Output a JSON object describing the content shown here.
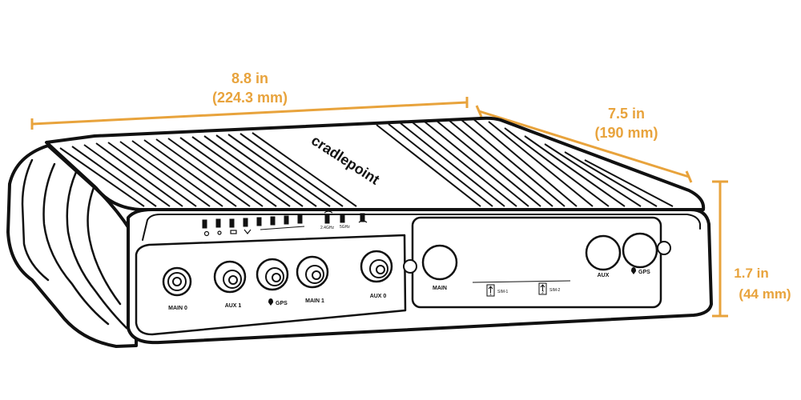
{
  "dimensions": {
    "width": {
      "value": "8.8 in",
      "metric": "(224.3 mm)"
    },
    "depth": {
      "value": "7.5 in",
      "metric": "(190 mm)"
    },
    "height": {
      "value": "1.7 in",
      "metric": "(44 mm)"
    },
    "accent_color": "#e8a33c"
  },
  "device": {
    "brand": "cradlepoint",
    "front_ports": [
      "MAIN 0",
      "AUX 1",
      "GPS",
      "MAIN 1",
      "AUX 0"
    ],
    "module_ports": {
      "main": "MAIN",
      "aux": "AUX",
      "gps": "GPS"
    },
    "sim_slots": [
      "SIM-1",
      "SIM-2"
    ],
    "led_labels": [
      "2.4GHz",
      "5GHz"
    ],
    "sim_numbers": [
      "1",
      "2"
    ]
  }
}
